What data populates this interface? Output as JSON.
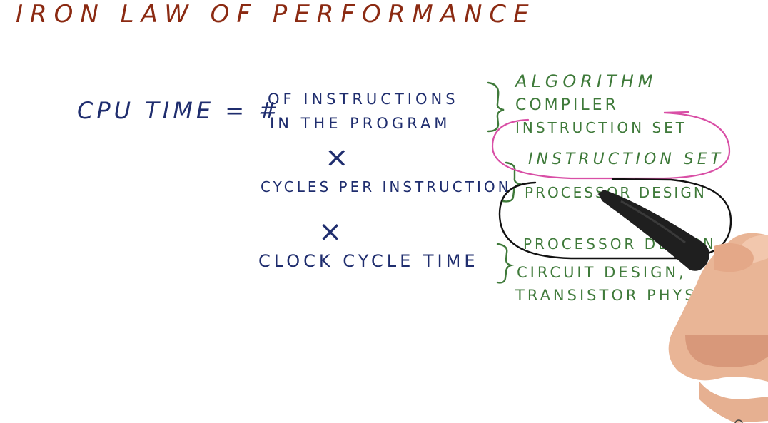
{
  "title": "IRON LAW OF PERFORMANCE",
  "equation": {
    "lhs": "CPU TIME = #",
    "term1_line1": "OF INSTRUCTIONS",
    "term1_line2": "IN THE PROGRAM",
    "multiply_1": "×",
    "term2": "CYCLES PER INSTRUCTION",
    "multiply_2": "×",
    "term3": "CLOCK CYCLE TIME"
  },
  "factors": {
    "algorithm": "ALGORITHM",
    "compiler": "COMPILER",
    "instruction_set_1": "INSTRUCTION SET",
    "instruction_set_2": "INSTRUCTION SET",
    "processor_design_1": "PROCESSOR DESIGN",
    "processor_design_2": "PROCESSOR DESIGN",
    "circuit_design": "CIRCUIT DESIGN,",
    "transistor_physics": "TRANSISTOR PHYSICS"
  },
  "colors": {
    "title": "#8b2a12",
    "equation": "#1f2d6e",
    "factors": "#3f7a3a",
    "pink_circle": "#d94fa6",
    "black_circle": "#111111"
  }
}
